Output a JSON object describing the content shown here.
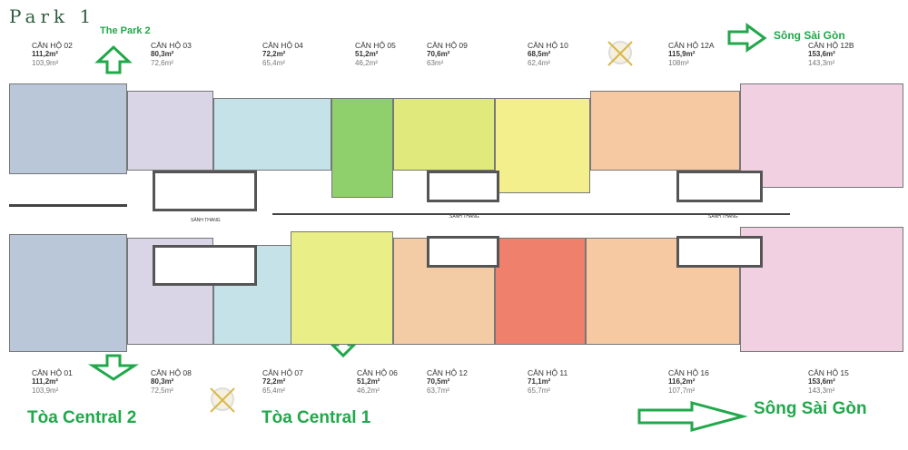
{
  "title": "Park 1",
  "directions": {
    "north_top": "The Park 2",
    "river_top": "Sông Sài Gòn",
    "river_bottom": "Sông Sài Gòn",
    "building_left": "Tòa Central 2",
    "building_right": "Tòa Central 1"
  },
  "lobby_label": "SẢNH THANG",
  "top_units": [
    {
      "name": "CĂN HỘ 02",
      "gross": "111,2m²",
      "net": "103,9m²",
      "color": "#b9c7d8"
    },
    {
      "name": "CĂN HỘ 03",
      "gross": "80,3m²",
      "net": "72,6m²",
      "color": "#d9d5e7"
    },
    {
      "name": "CĂN HỘ 04",
      "gross": "72,2m²",
      "net": "65,4m²",
      "color": "#c5e2e9"
    },
    {
      "name": "CĂN HỘ 05",
      "gross": "51,2m²",
      "net": "46,2m²",
      "color": "#8fd06c"
    },
    {
      "name": "CĂN HỘ 09",
      "gross": "70,6m²",
      "net": "63m²",
      "color": "#dfe97c"
    },
    {
      "name": "CĂN HỘ 10",
      "gross": "68,5m²",
      "net": "62,4m²",
      "color": "#f3ef8c"
    },
    {
      "name": "CĂN HỘ 12A",
      "gross": "115,9m²",
      "net": "108m²",
      "color": "#f6c9a2"
    },
    {
      "name": "CĂN HỘ 12B",
      "gross": "153,6m²",
      "net": "143,3m²",
      "color": "#f1d0e2"
    }
  ],
  "bottom_units": [
    {
      "name": "CĂN HỘ 01",
      "gross": "111,2m²",
      "net": "103,9m²",
      "color": "#b9c7d8"
    },
    {
      "name": "CĂN HỘ 08",
      "gross": "80,3m²",
      "net": "72,5m²",
      "color": "#d9d5e7"
    },
    {
      "name": "CĂN HỘ 07",
      "gross": "72,2m²",
      "net": "65,4m²",
      "color": "#c5e2e9"
    },
    {
      "name": "CĂN HỘ 06",
      "gross": "51,2m²",
      "net": "46,2m²",
      "color": "#e9ef86"
    },
    {
      "name": "CĂN HỘ 12",
      "gross": "70,5m²",
      "net": "63,7m²",
      "color": "#f3cba4"
    },
    {
      "name": "CĂN HỘ 11",
      "gross": "71,1m²",
      "net": "65,7m²",
      "color": "#ee806c"
    },
    {
      "name": "CĂN HỘ 16",
      "gross": "116,2m²",
      "net": "107,7m²",
      "color": "#f6c9a2"
    },
    {
      "name": "CĂN HỘ 15",
      "gross": "153,6m²",
      "net": "143,3m²",
      "color": "#f1d0e2"
    }
  ],
  "accent": "#21a84a"
}
